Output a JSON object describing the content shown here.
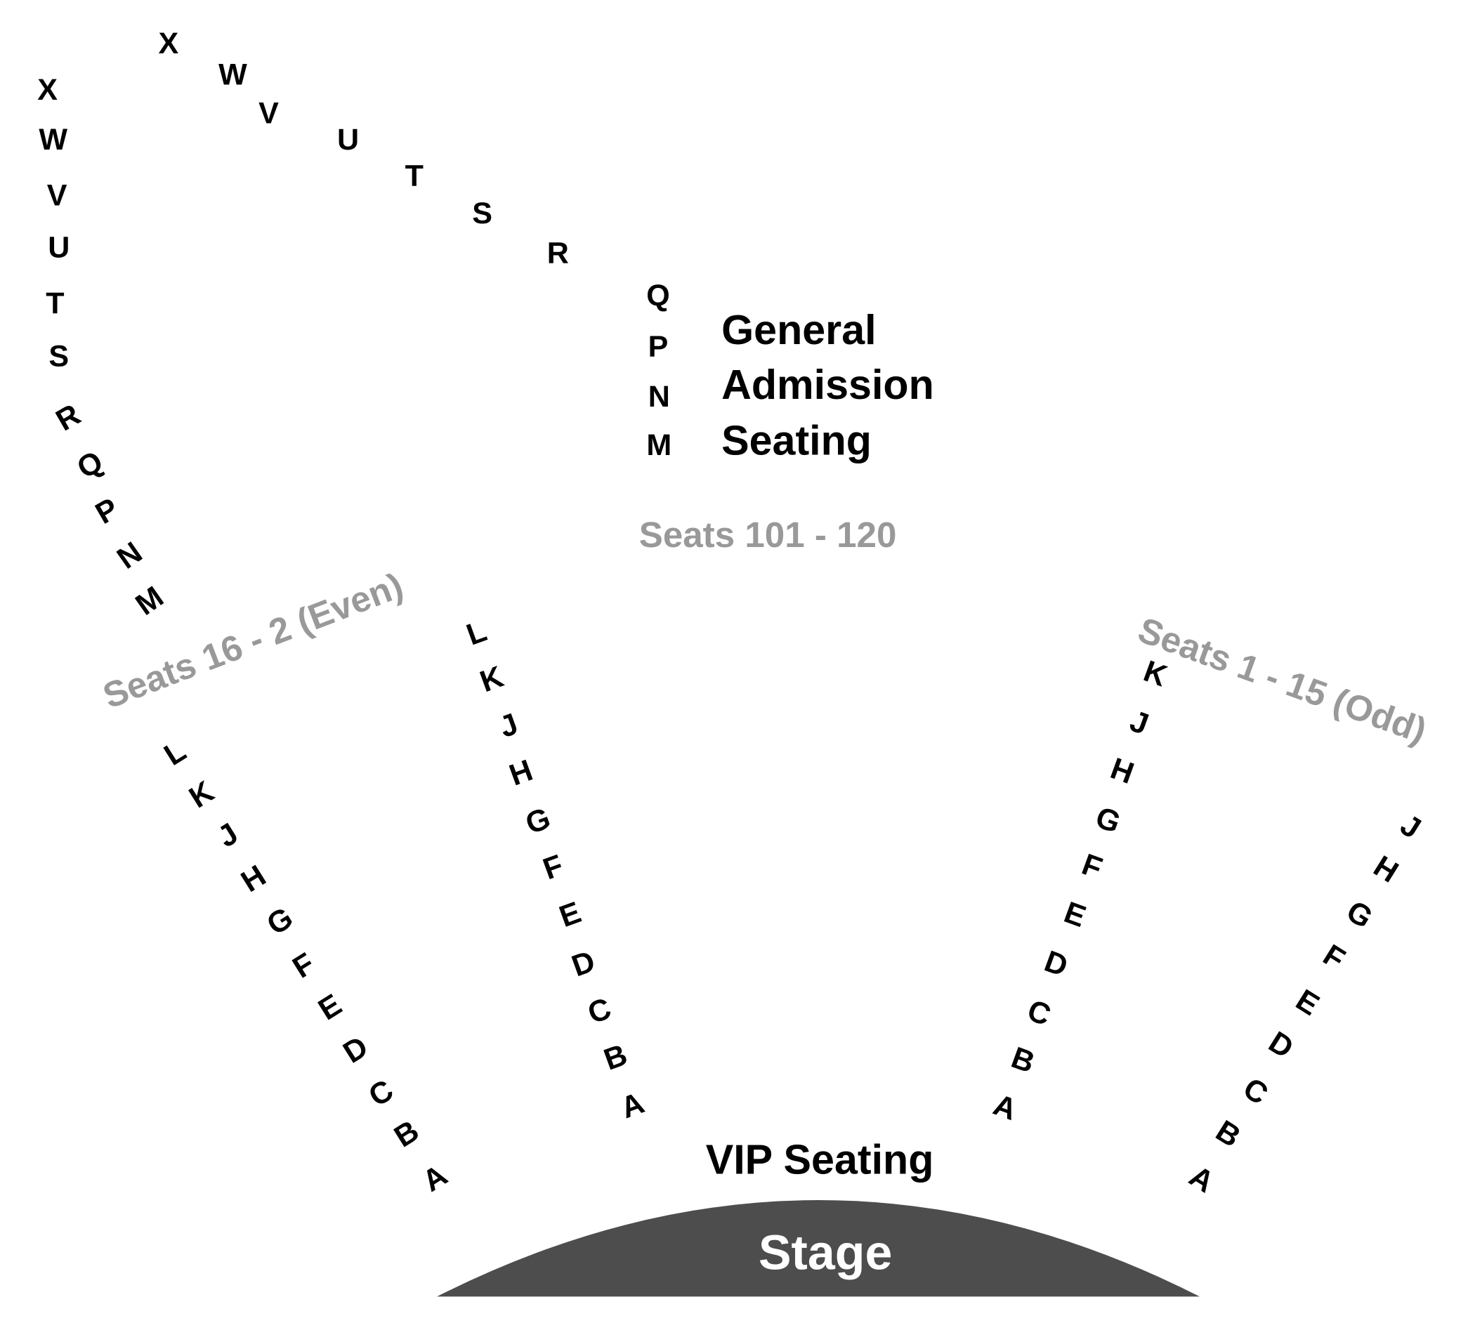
{
  "title": "Seating Chart",
  "general_admission": {
    "lines": [
      "General",
      "Admission",
      "Seating"
    ],
    "seats_label": "Seats 101 - 120"
  },
  "sections": {
    "left_label": "Seats 16 - 2 (Even)",
    "right_label": "Seats 1 - 15 (Odd)"
  },
  "rows": {
    "left_outer_upper": [
      "X",
      "W",
      "V",
      "U",
      "T",
      "S",
      "R",
      "Q",
      "P",
      "N",
      "M"
    ],
    "left_top_arc": [
      "X",
      "W",
      "V",
      "U",
      "T",
      "S",
      "R",
      "Q",
      "P",
      "N",
      "M"
    ],
    "left_lower": [
      "L",
      "K",
      "J",
      "H",
      "G",
      "F",
      "E",
      "D",
      "C",
      "B",
      "A"
    ],
    "center_left": [
      "L",
      "K",
      "J",
      "H",
      "G",
      "F",
      "E",
      "D",
      "C",
      "B",
      "A"
    ],
    "center_right": [
      "K",
      "J",
      "H",
      "G",
      "F",
      "E",
      "D",
      "C",
      "B",
      "A"
    ],
    "right_outer": [
      "J",
      "H",
      "G",
      "F",
      "E",
      "D",
      "C",
      "B",
      "A"
    ]
  },
  "vip_label": "VIP Seating",
  "stage_label": "Stage",
  "colors": {
    "stage": "#4d4d4d",
    "section_label": "#999999",
    "text": "#000000"
  }
}
